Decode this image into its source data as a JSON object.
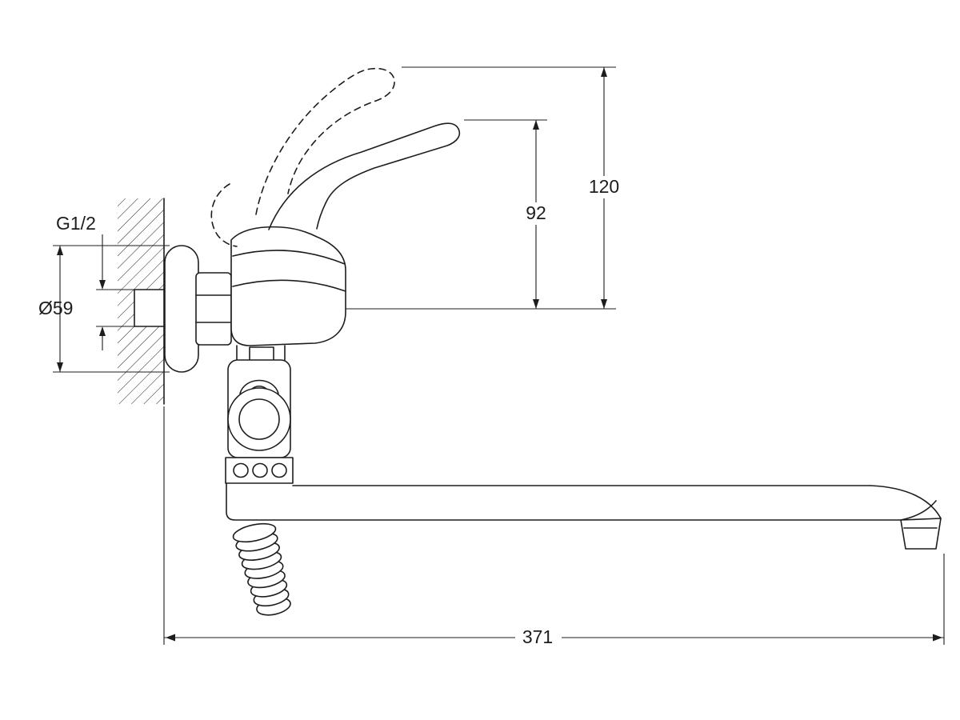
{
  "page": {
    "background": "#ffffff",
    "line_color": "#1d1d1d",
    "description_visible_text_only": true
  },
  "labels": {
    "thread": "G1/2",
    "flange_diameter": "Ø59",
    "lever_height_mm": "92",
    "lever_raised_height_mm": "120",
    "spout_length_mm": "371"
  }
}
